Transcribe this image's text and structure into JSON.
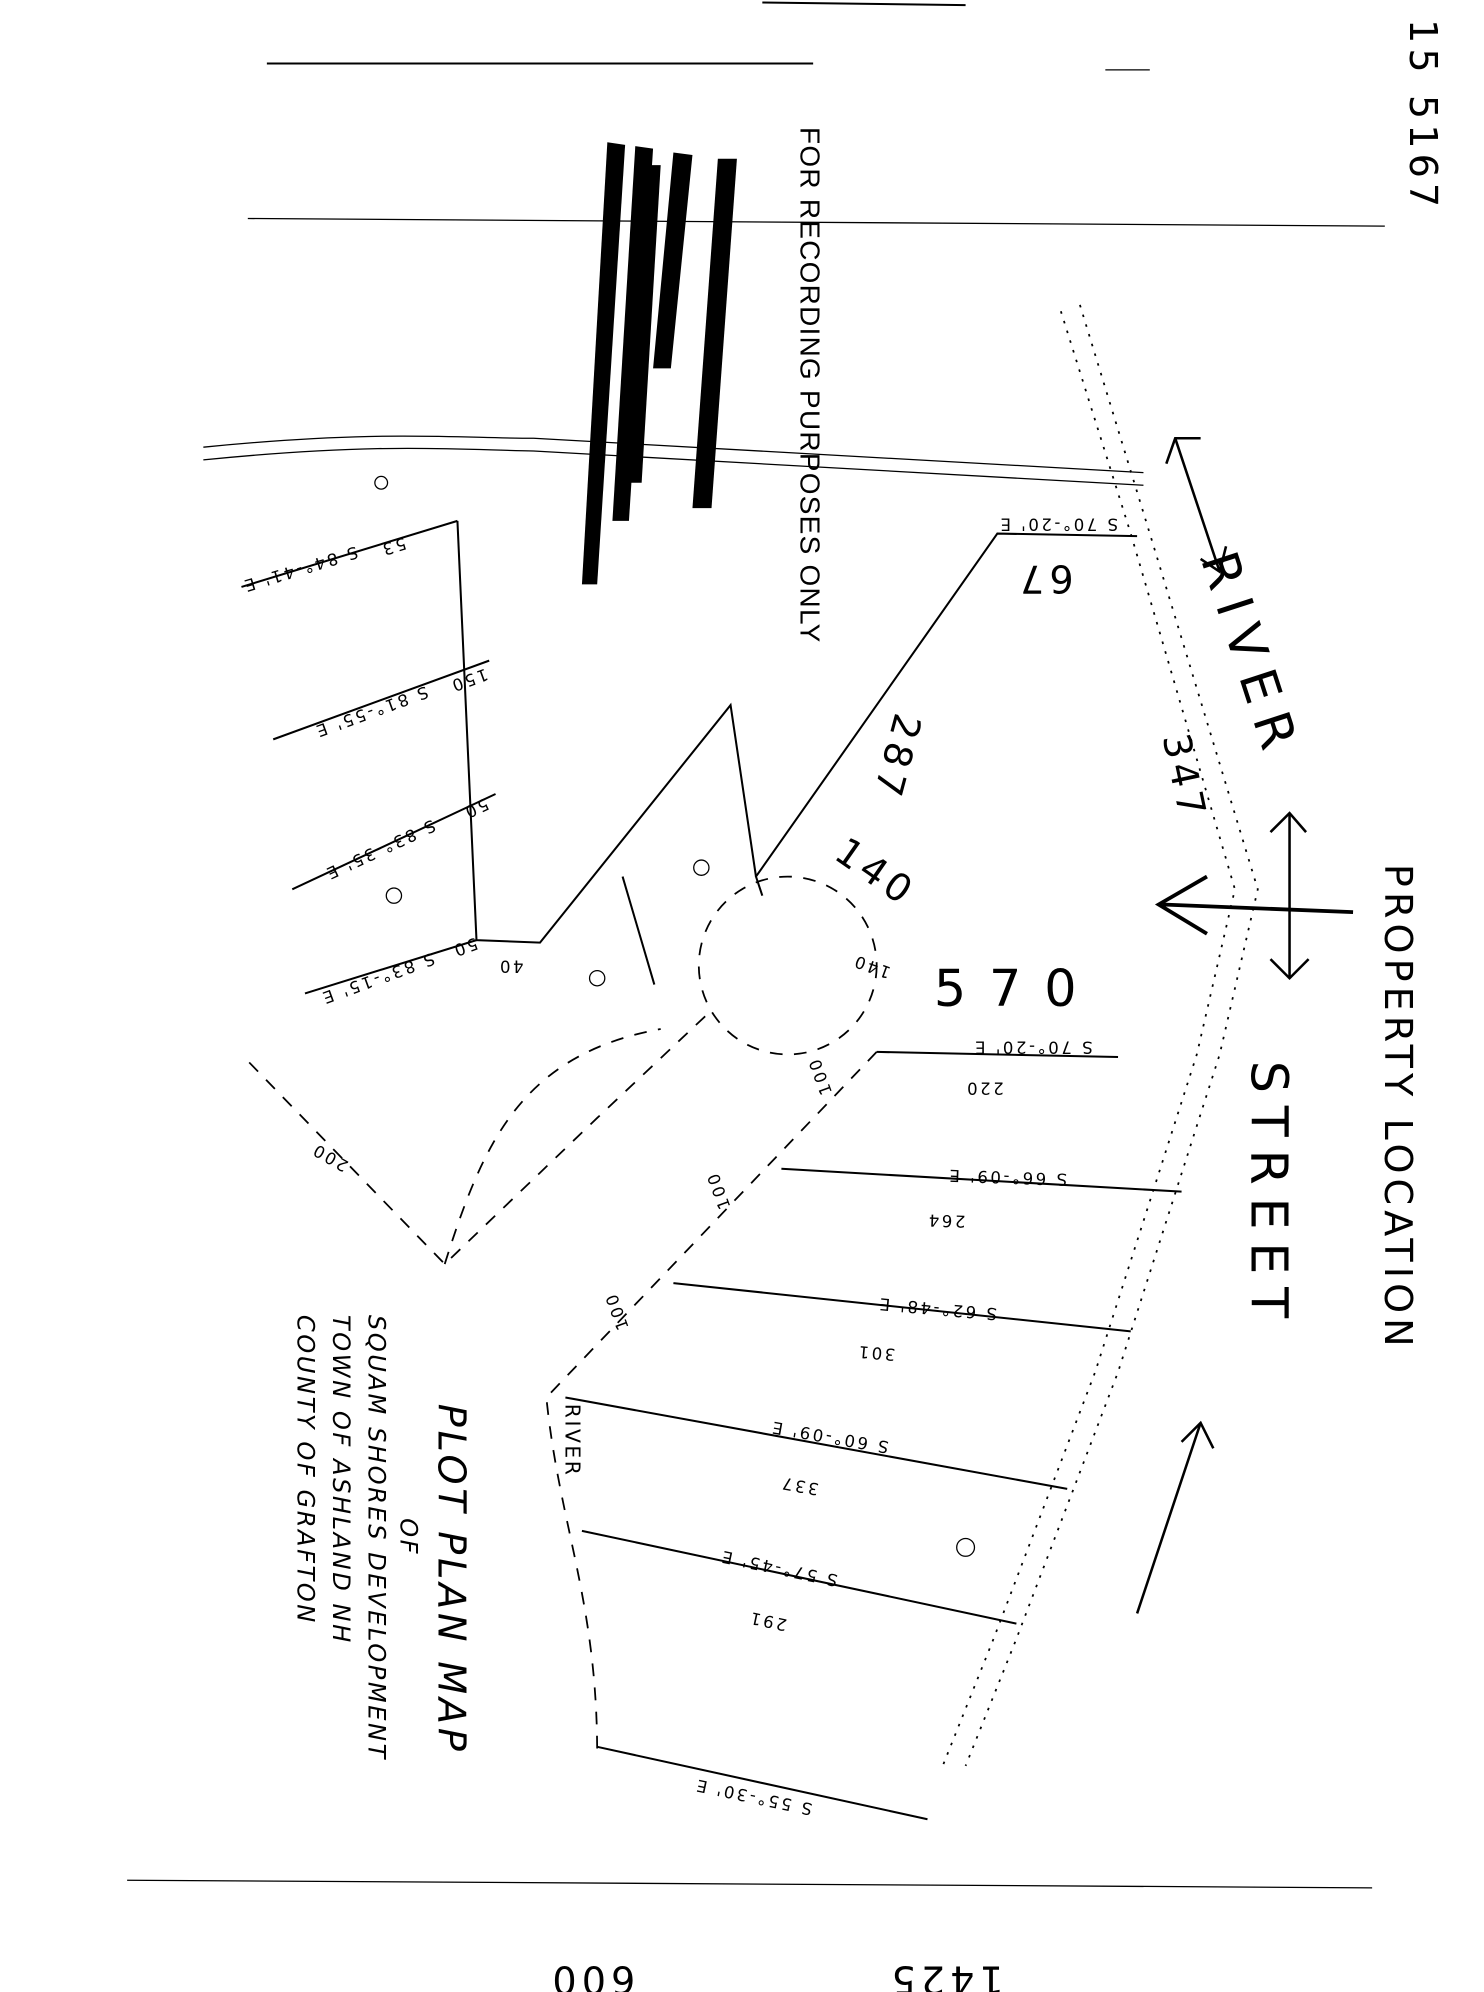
{
  "document": {
    "doc_number": "15 5167",
    "stamp_text": "FOR RECORDING PURPOSES ONLY",
    "labels": {
      "river": "RIVER",
      "river_distance": "347",
      "street": "STREET",
      "property_location": "PROPERTY LOCATION",
      "lot_67": "67",
      "lot_287": "287",
      "lot_140": "140",
      "lot_570": "570",
      "river_small": "RIVER"
    },
    "title_block": {
      "line1": "PLOT PLAN MAP",
      "line2": "OF",
      "line3": "SQUAM SHORES DEVELOPMENT",
      "line4": "TOWN OF ASHLAND NH",
      "line5": "COUNTY OF GRAFTON"
    },
    "bearings_right": [
      {
        "bearing": "S 70°-20' E",
        "distance": "220"
      },
      {
        "bearing": "S 66°-09' E",
        "distance": "264"
      },
      {
        "bearing": "S 62°-48' E",
        "distance": "301"
      },
      {
        "bearing": "S 60°-09' E",
        "distance": "337"
      },
      {
        "bearing": "S 57°-45' E",
        "distance": "291"
      },
      {
        "bearing": "S 55°-30' E",
        "distance": ""
      }
    ],
    "bearings_left": [
      {
        "bearing": "S 84°-41' E",
        "distance": "53"
      },
      {
        "bearing": "S 81°-55' E",
        "distance": "150"
      },
      {
        "bearing": "S 83°-35' E",
        "distance": "50"
      },
      {
        "bearing": "S 83°-15' E",
        "distance": "50"
      }
    ],
    "top_bearing": "S 70°-20' E",
    "frontage": [
      "100",
      "100",
      "100",
      "140",
      "40",
      "200"
    ],
    "footer": {
      "book": "1425",
      "page": "600"
    }
  }
}
